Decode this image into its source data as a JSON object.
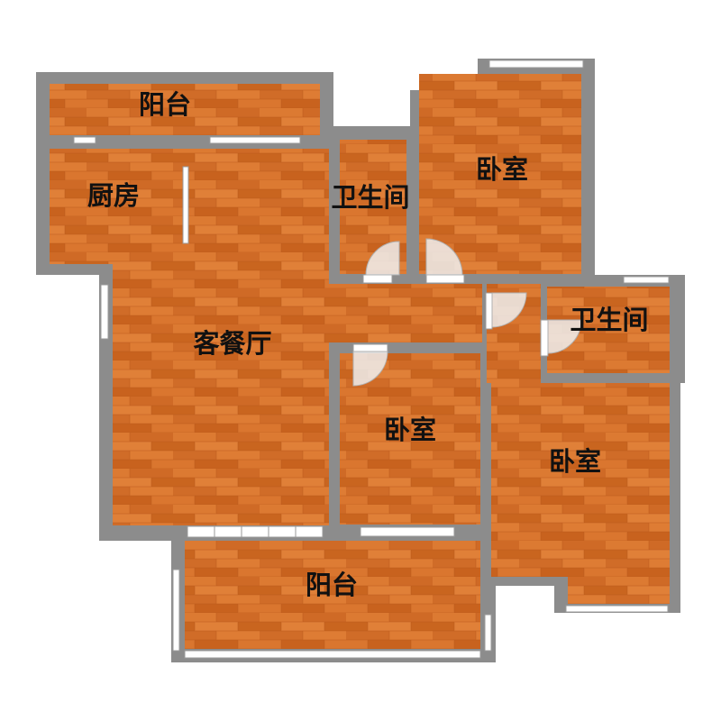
{
  "rooms": {
    "balcony_top": "阳台",
    "kitchen": "厨房",
    "bathroom_center": "卫生间",
    "bedroom_top_right": "卧室",
    "living_dining": "客餐厅",
    "bathroom_right": "卫生间",
    "bedroom_center": "卧室",
    "bedroom_right": "卧室",
    "balcony_bottom": "阳台"
  },
  "colors": {
    "wall": "#8c8c8c",
    "floor": "#d9732c",
    "floor_dark": "#c45f1f",
    "window": "#ffffff",
    "door": "#e6e6e6"
  }
}
